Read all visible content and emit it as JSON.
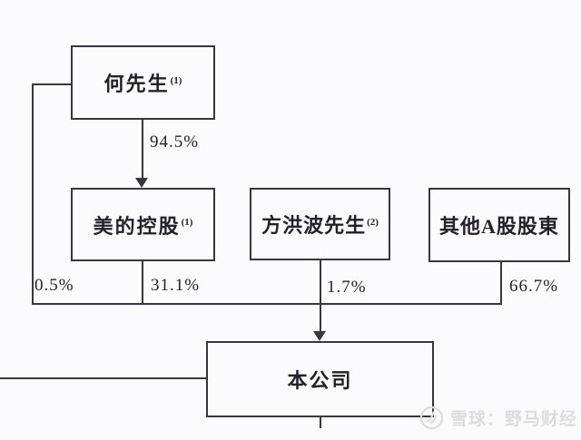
{
  "diagram": {
    "type": "shareholding-structure",
    "nodes": {
      "mr_he": {
        "label": "何先生",
        "superscript": "(1)"
      },
      "midea_holding": {
        "label": "美的控股",
        "superscript": "(1)"
      },
      "mr_fang": {
        "label": "方洪波先生",
        "superscript": "(2)"
      },
      "other_a_shareholders": {
        "label": "其他A股股東",
        "superscript": ""
      },
      "company": {
        "label": "本公司",
        "superscript": ""
      }
    },
    "edges": [
      {
        "from": "mr_he",
        "to": "midea_holding",
        "label": "94.5%"
      },
      {
        "from": "mr_he",
        "to": "company",
        "label": "0.5%"
      },
      {
        "from": "midea_holding",
        "to": "company",
        "label": "31.1%"
      },
      {
        "from": "mr_fang",
        "to": "company",
        "label": "1.7%"
      },
      {
        "from": "other_a_shareholders",
        "to": "company",
        "label": "66.7%"
      }
    ],
    "colors": {
      "line": "#3a3542",
      "text": "#241f2a",
      "bg": "#fbfbfd",
      "watermark": "#dcdcdd"
    }
  },
  "watermark": {
    "logo": "xueqiu-logo",
    "text": "雪球：野马财经"
  }
}
